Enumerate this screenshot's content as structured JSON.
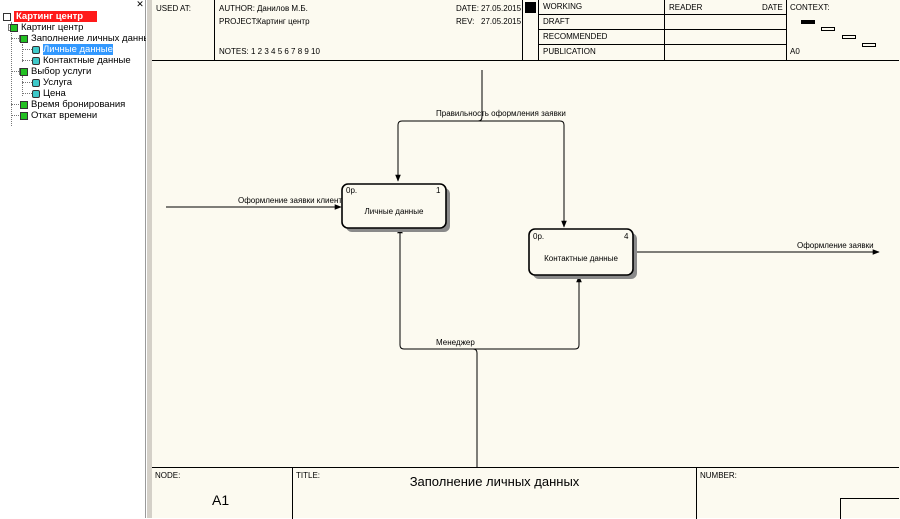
{
  "tree": {
    "root": "Картинг центр",
    "items": [
      {
        "label": "Картинг центр"
      },
      {
        "label": "Заполнение личных данных"
      },
      {
        "label": "Личные данные"
      },
      {
        "label": "Контактные данные"
      },
      {
        "label": "Выбор услуги"
      },
      {
        "label": "Услуга"
      },
      {
        "label": "Цена"
      },
      {
        "label": "Время бронирования"
      },
      {
        "label": "Откат времени"
      }
    ]
  },
  "header": {
    "used_at": "USED AT:",
    "author_label": "AUTHOR:",
    "author": "Данилов М.Б.",
    "project_label": "PROJECT:",
    "project": "Картинг центр",
    "date_label": "DATE:",
    "date": "27.05.2015",
    "rev_label": "REV:",
    "rev": "27.05.2015",
    "notes": "NOTES:  1  2  3  4  5  6  7  8  9  10",
    "status": [
      "WORKING",
      "DRAFT",
      "RECOMMENDED",
      "PUBLICATION"
    ],
    "reader": "READER",
    "reader_date": "DATE",
    "context": "CONTEXT:",
    "context_node": "A0"
  },
  "diagram": {
    "boxes": [
      {
        "name": "Личные данные",
        "cost": "0р.",
        "number": "1"
      },
      {
        "name": "Контактные данные",
        "cost": "0р.",
        "number": "4"
      }
    ],
    "arrows": {
      "control": "Правильность оформления заявки",
      "input": "Оформление заявки клиентом",
      "output": "Оформление заявки",
      "mechanism": "Менеджер"
    }
  },
  "footer": {
    "node_label": "NODE:",
    "node": "A1",
    "title_label": "TITLE:",
    "title": "Заполнение личных данных",
    "number_label": "NUMBER:"
  }
}
